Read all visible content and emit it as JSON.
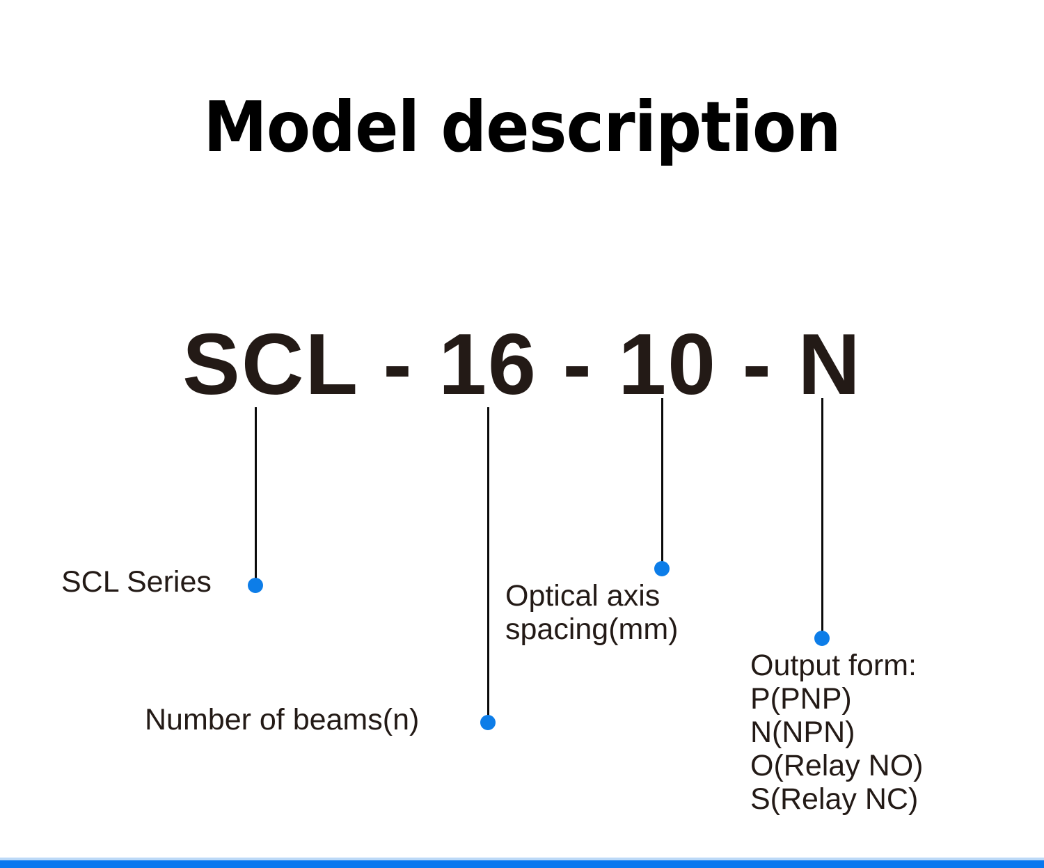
{
  "slide": {
    "title": "Model description",
    "background_color": "#ffffff",
    "text_color": "#231a16",
    "title_color": "#000000",
    "accent_color": "#0a78ef",
    "accent_light_color": "#bcd9f7",
    "dot_color": "#0d7de8",
    "leader_line_color": "#0a0a0a"
  },
  "model_code": {
    "full": "SCL - 16 - 10 - N",
    "segments": [
      {
        "key": "series",
        "text": "SCL"
      },
      {
        "key": "beams",
        "text": "16"
      },
      {
        "key": "spacing",
        "text": "10"
      },
      {
        "key": "output",
        "text": "N"
      }
    ],
    "separator": "-"
  },
  "callouts": [
    {
      "id": "scl-series",
      "lines": [
        "SCL Series"
      ],
      "dot_side": "right"
    },
    {
      "id": "beams",
      "lines": [
        "Number of beams(n)"
      ],
      "dot_side": "right"
    },
    {
      "id": "spacing",
      "lines": [
        "Optical axis",
        "spacing(mm)"
      ],
      "dot_side": "top"
    },
    {
      "id": "output",
      "lines": [
        "Output form:",
        "P(PNP)",
        "N(NPN)",
        "O(Relay NO)",
        "S(Relay NC)"
      ],
      "dot_side": "top"
    }
  ],
  "callout_text": {
    "scl_series": "SCL Series",
    "beams": "Number of beams(n)",
    "spacing_line1": "Optical axis",
    "spacing_line2": "spacing(mm)",
    "output_title": "Output form:",
    "output_opt1": "P(PNP)",
    "output_opt2": "N(NPN)",
    "output_opt3": "O(Relay NO)",
    "output_opt4": "S(Relay NC)"
  }
}
